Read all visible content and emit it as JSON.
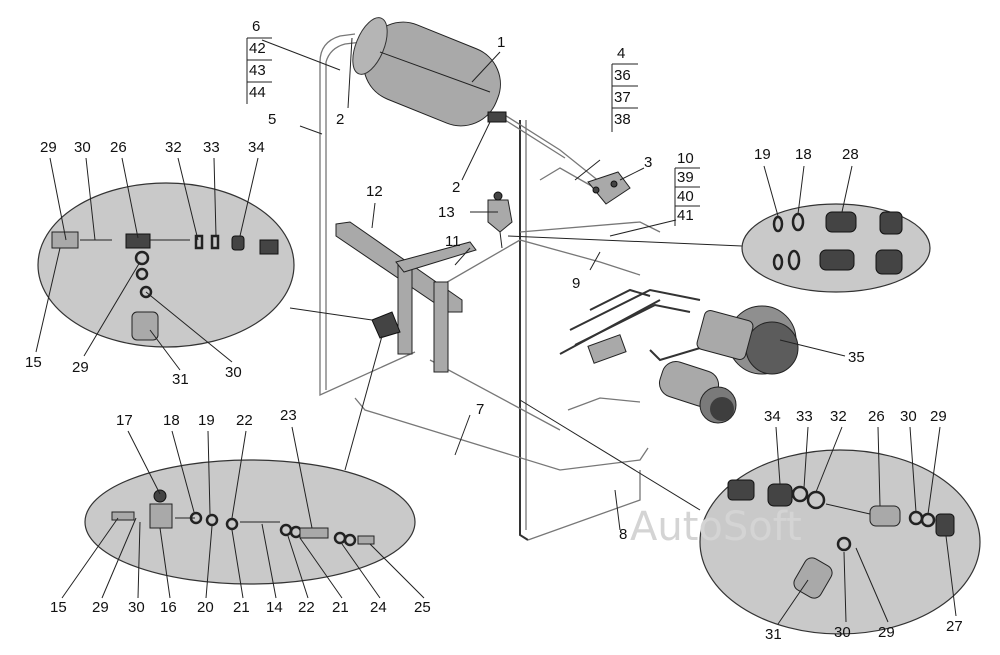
{
  "watermark": "AutoSoft",
  "callouts": {
    "c1": "1",
    "c2a": "2",
    "c2b": "2",
    "c3": "3",
    "c5": "5",
    "c7": "7",
    "c8": "8",
    "c9": "9",
    "c11": "11",
    "c12": "12",
    "c13": "13",
    "c35": "35"
  },
  "stacks": {
    "left": [
      "6",
      "42",
      "43",
      "44"
    ],
    "right": [
      "4",
      "36",
      "37",
      "38"
    ],
    "middle": [
      "10",
      "39",
      "40",
      "41"
    ]
  },
  "detail_left": {
    "top": [
      "29",
      "30",
      "26",
      "32",
      "33",
      "34"
    ],
    "bottom": [
      "15",
      "29",
      "31",
      "30"
    ]
  },
  "detail_right_top": [
    "19",
    "18",
    "28"
  ],
  "detail_bottom_left": {
    "top": [
      "17",
      "18",
      "19",
      "22",
      "23"
    ],
    "bottom": [
      "15",
      "29",
      "30",
      "16",
      "20",
      "21",
      "14",
      "22",
      "21",
      "24",
      "25"
    ]
  },
  "detail_bottom_right": {
    "top": [
      "34",
      "33",
      "32",
      "26",
      "30",
      "29"
    ],
    "bottom": [
      "31",
      "30",
      "29",
      "27"
    ]
  }
}
